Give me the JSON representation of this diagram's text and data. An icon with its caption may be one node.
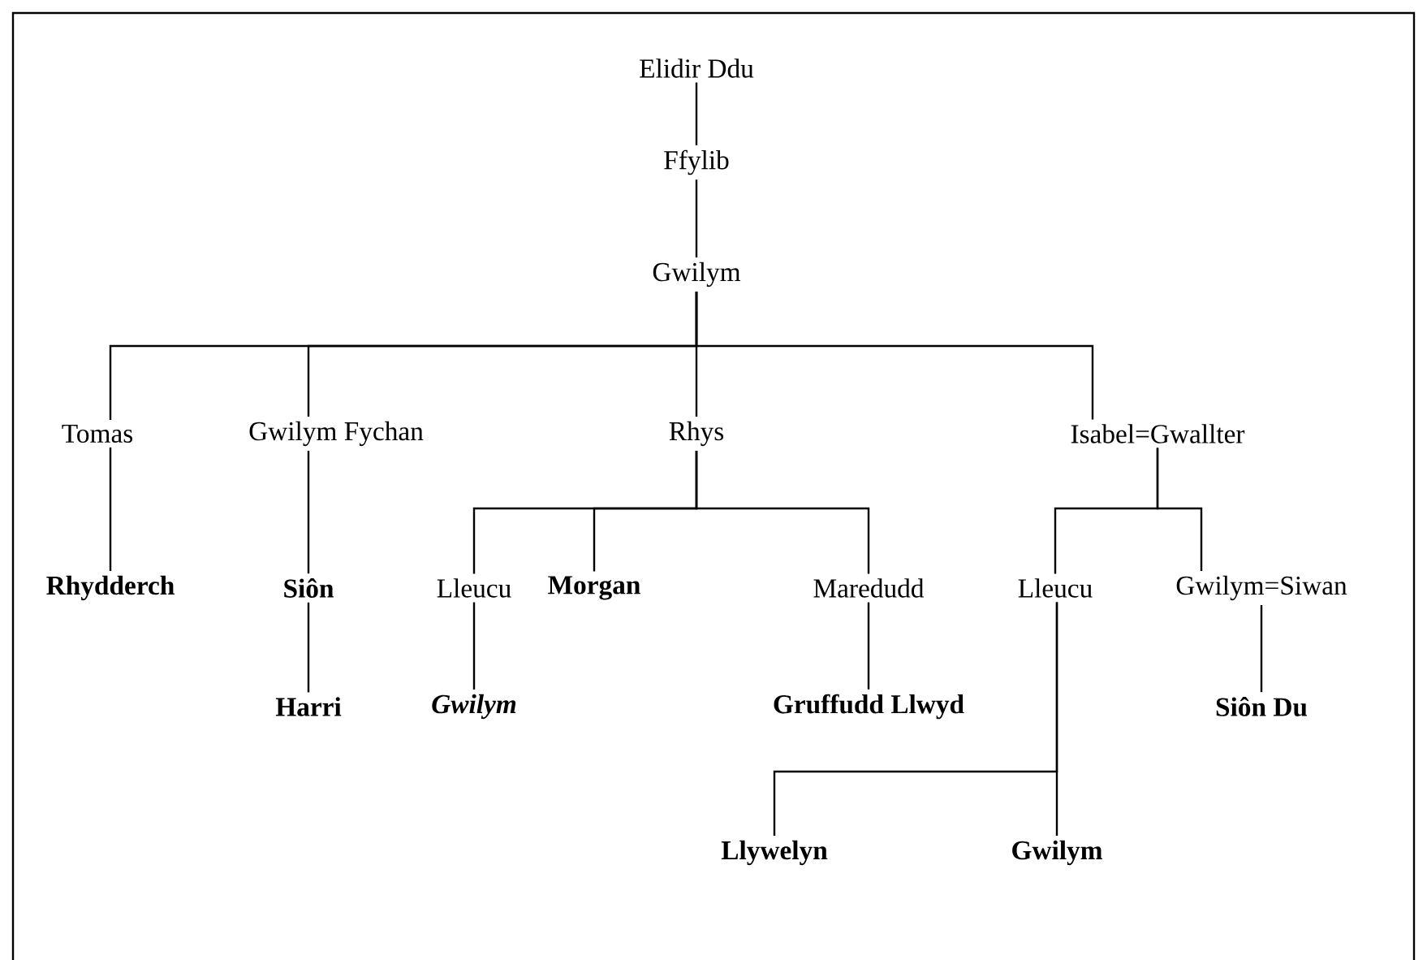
{
  "diagram": {
    "nodes": [
      {
        "text": [
          "Elidir Ddu"
        ]
      },
      {
        "text": [
          "Ffylib"
        ]
      },
      {
        "text": [
          "Gwilym"
        ]
      },
      {
        "text": [
          "Tomas"
        ]
      },
      {
        "text": [
          "Gwilym Fychan"
        ]
      },
      {
        "text": [
          "Rhys"
        ]
      },
      {
        "text": [
          "Isabel=Gwallter"
        ]
      },
      {
        "text": [
          "Rhydderch"
        ]
      },
      {
        "text": [
          "Siôn"
        ]
      },
      {
        "text": [
          "Lleucu"
        ]
      },
      {
        "text": [
          "Morgan"
        ]
      },
      {
        "text": [
          "Maredudd"
        ]
      },
      {
        "text": [
          "Lleucu"
        ]
      },
      {
        "text": [
          "Gwilym=Siwan"
        ]
      },
      {
        "text": [
          "Harri"
        ]
      },
      {
        "text": [
          "Gwilym"
        ]
      },
      {
        "text": [
          "Gruffudd Llwyd"
        ]
      },
      {
        "text": [
          "Siôn Du"
        ]
      },
      {
        "text": [
          "Llywelyn"
        ]
      },
      {
        "text": [
          "Gwilym"
        ]
      }
    ],
    "edges": [
      {
        "from": 0,
        "to": 1,
        "arrow": "none"
      },
      {
        "from": 1,
        "to": 2,
        "arrow": "none"
      },
      {
        "from": 2,
        "to": 3,
        "arrow": "none"
      },
      {
        "from": 2,
        "to": 4,
        "arrow": "none"
      },
      {
        "from": 2,
        "to": 5,
        "arrow": "none"
      },
      {
        "from": 2,
        "to": 6,
        "arrow": "none"
      },
      {
        "from": 3,
        "to": 7,
        "arrow": "none"
      },
      {
        "from": 4,
        "to": 8,
        "arrow": "none"
      },
      {
        "from": 8,
        "to": 14,
        "arrow": "none"
      },
      {
        "from": 5,
        "to": 9,
        "arrow": "none"
      },
      {
        "from": 5,
        "to": 10,
        "arrow": "none"
      },
      {
        "from": 5,
        "to": 11,
        "arrow": "none"
      },
      {
        "from": 9,
        "to": 15,
        "arrow": "none"
      },
      {
        "from": 11,
        "to": 16,
        "arrow": "none"
      },
      {
        "from": 6,
        "to": 12,
        "arrow": "none"
      },
      {
        "from": 6,
        "to": 13,
        "arrow": "none"
      },
      {
        "from": 13,
        "to": 17,
        "arrow": "none"
      },
      {
        "from": 12,
        "to": 18,
        "arrow": "none"
      },
      {
        "from": 12,
        "to": 19,
        "arrow": "none"
      }
    ]
  }
}
